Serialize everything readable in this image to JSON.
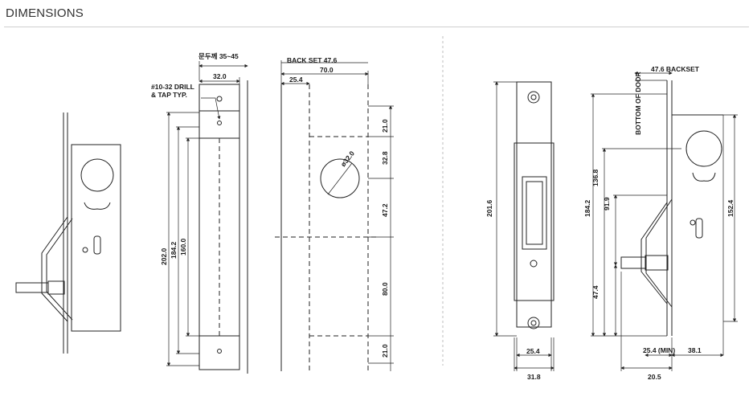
{
  "header": {
    "title": "DIMENSIONS"
  },
  "labels": {
    "door_thickness": "문두께 35~45",
    "drill": "#10-32 DRILL",
    "tap": "& TAP TYP.",
    "backset_top": "BACK SET 47.6",
    "backset_right": "47.6 BACKSET",
    "bottom_of_door": "BOTTOM OF DOOR",
    "d32_0_faceplate": "32.0",
    "d202_0": "202.0",
    "d184_2_left": "184.2",
    "d160_0": "160.0",
    "d70_0": "70.0",
    "d25_4_top": "25.4",
    "d21_0_top": "21.0",
    "d32_8": "32.8",
    "d47_2": "47.2",
    "d80_0": "80.0",
    "d21_0_bottom": "21.0",
    "diameter_32": "ø32.0",
    "d201_6": "201.6",
    "d25_4_bottom": "25.4",
    "d31_8": "31.8",
    "d184_2_right": "184.2",
    "d136_8": "136.8",
    "d91_9": "91.9",
    "d47_4": "47.4",
    "d152_4": "152.4",
    "d25_4_min": "25.4 (MIN)",
    "d38_1": "38.1",
    "d20_5": "20.5"
  }
}
